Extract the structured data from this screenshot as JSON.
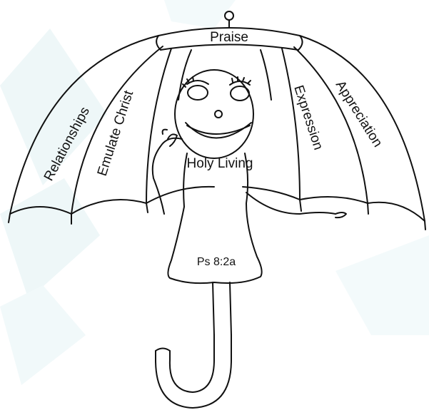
{
  "umbrella": {
    "top_label": "Praise",
    "panel_labels": {
      "far_left": "Relationships",
      "left": "Emulate Christ",
      "right": "Expression",
      "far_right": "Appreciation"
    },
    "body_label": "Holy Living",
    "dress_label": "Ps 8:2a"
  },
  "colors": {
    "ink": "#111111",
    "paper": "#ffffff",
    "watermark": "#e6f3f4"
  }
}
